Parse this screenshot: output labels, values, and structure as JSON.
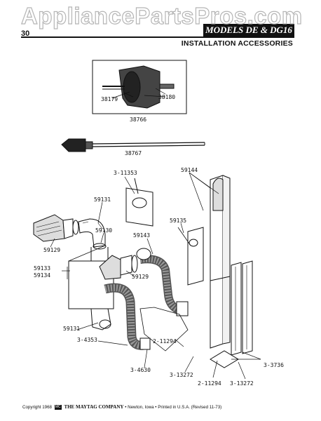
{
  "watermark": "AppliancePartsPros.com",
  "header": {
    "page_number": "30",
    "models": "MODELS DE & DG16",
    "section_title": "INSTALLATION ACCESSORIES"
  },
  "parts": {
    "p38179": "38179",
    "p38180": "38180",
    "p38766": "38766",
    "p38767": "38767",
    "p3_11353": "3-11353",
    "p59144": "59144",
    "p59131_top": "59131",
    "p59135": "59135",
    "p59130": "59130",
    "p59143": "59143",
    "p59129_left": "59129",
    "p59133": "59133",
    "p59134": "59134",
    "p59129_mid": "59129",
    "p59131_bottom": "59131",
    "p3_4353": "3-4353",
    "p2_11294_a": "2-11294",
    "p3_4630": "3-4630",
    "p3_13272_a": "3-13272",
    "p3_3736": "3-3736",
    "p2_11294_b": "2-11294",
    "p3_13272_b": "3-13272"
  },
  "footer": {
    "copyright": "Copyright 1968",
    "logo": "MC",
    "company": "THE MAYTAG COMPANY",
    "location": "• Newton, Iowa • Printed in U.S.A. (Revised 11-73)"
  }
}
